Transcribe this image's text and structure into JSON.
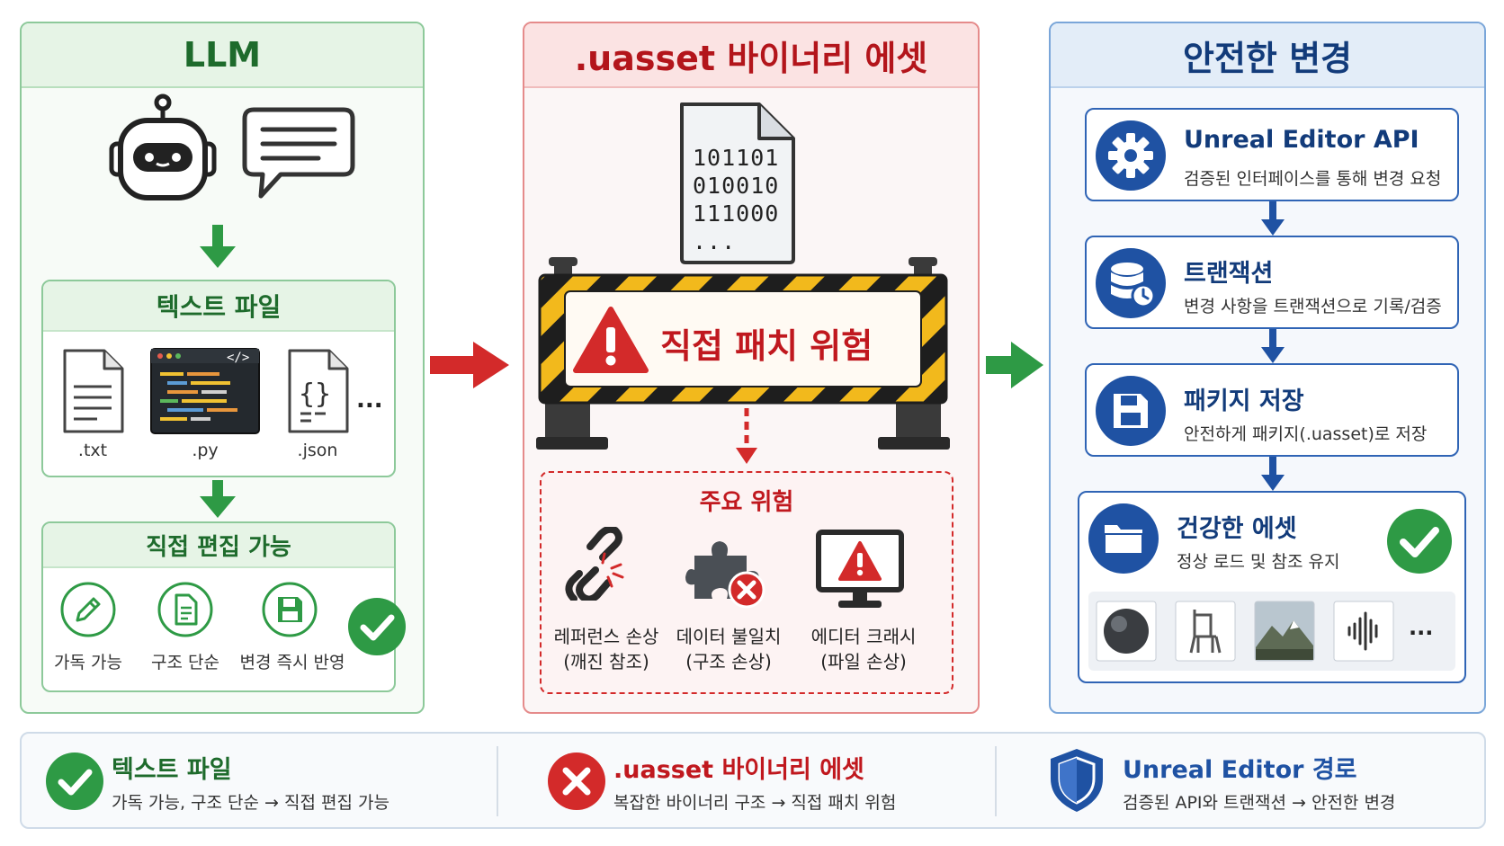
{
  "left_panel": {
    "title": "LLM",
    "text_files": {
      "title": "텍스트 파일",
      "files": [
        ".txt",
        ".py",
        ".json"
      ],
      "more": "..."
    },
    "direct_edit": {
      "title": "직접 편집 가능",
      "items": [
        "가독 가능",
        "구조 단순",
        "변경 즉시 반영"
      ]
    }
  },
  "middle_panel": {
    "title": ".uasset 바이너리 에셋",
    "binary_lines": [
      "101101",
      "010010",
      "111000",
      "..."
    ],
    "warning": "직접 패치 위험",
    "risks": {
      "title": "주요 위험",
      "items": [
        {
          "name": "레퍼런스 손상",
          "detail": "(깨진 참조)"
        },
        {
          "name": "데이터 불일치",
          "detail": "(구조 손상)"
        },
        {
          "name": "에디터 크래시",
          "detail": "(파일 손상)"
        }
      ]
    }
  },
  "right_panel": {
    "title": "안전한 변경",
    "steps": [
      {
        "title": "Unreal Editor API",
        "desc": "검증된 인터페이스를 통해 변경 요청"
      },
      {
        "title": "트랜잭션",
        "desc": "변경 사항을 트랜잭션으로 기록/검증"
      },
      {
        "title": "패키지 저장",
        "desc": "안전하게 패키지(.uasset)로 저장"
      },
      {
        "title": "건강한 에셋",
        "desc": "정상 로드 및 참조 유지"
      }
    ],
    "asset_more": "..."
  },
  "bottom": {
    "items": [
      {
        "title": "텍스트 파일",
        "desc": "가독 가능, 구조 단순 → 직접 편집 가능"
      },
      {
        "title": ".uasset 바이너리 에셋",
        "desc": "복잡한 바이너리 구조 → 직접 패치 위험"
      },
      {
        "title": "Unreal Editor 경로",
        "desc": "검증된 API와 트랜잭션 → 안전한 변경"
      }
    ]
  },
  "colors": {
    "green": "#2e9a45",
    "red": "#d32a2a",
    "blue": "#1f52a3",
    "hazard_yellow": "#f2b91c"
  },
  "icons": [
    "robot-icon",
    "chat-bubble-icon",
    "text-file-icon",
    "code-editor-icon",
    "json-file-icon",
    "pencil-icon",
    "document-icon",
    "save-icon",
    "check-icon",
    "binary-file-icon",
    "barricade-icon",
    "warning-icon",
    "broken-link-icon",
    "puzzle-error-icon",
    "monitor-warning-icon",
    "gear-icon",
    "database-clock-icon",
    "floppy-icon",
    "folder-icon",
    "shield-icon",
    "x-icon"
  ]
}
